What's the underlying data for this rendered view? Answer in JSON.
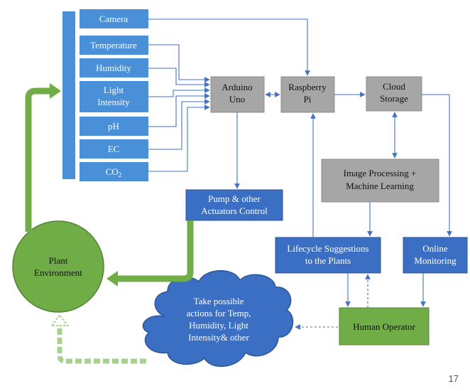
{
  "colors": {
    "sensor_blue": "#4a90d9",
    "dark_blue": "#3b6fc4",
    "grey_box": "#a6a6a6",
    "green": "#70ad47",
    "arrow_blue": "#4472c4",
    "light_green_dashed": "#a9d18e"
  },
  "sensors": [
    {
      "label": "Camera"
    },
    {
      "label": "Temperature"
    },
    {
      "label": "Humidity"
    },
    {
      "label_lines": [
        "Light",
        "Intensity"
      ]
    },
    {
      "label": "pH"
    },
    {
      "label": "EC"
    },
    {
      "label": "CO",
      "subscript": "2"
    }
  ],
  "arduino": {
    "lines": [
      "Arduino",
      "Uno"
    ]
  },
  "raspberry": {
    "lines": [
      "Raspberry",
      "Pi"
    ]
  },
  "cloud": {
    "lines": [
      "Cloud",
      "Storage"
    ]
  },
  "image_processing": {
    "lines": [
      "Image Processing +",
      "Machine Learning"
    ]
  },
  "pump": {
    "lines": [
      "Pump & other",
      "Actuators Control"
    ]
  },
  "lifecycle": {
    "lines": [
      "Lifecycle Suggestions",
      "to the Plants"
    ]
  },
  "monitoring": {
    "lines": [
      "Online",
      "Monitoring"
    ]
  },
  "operator": {
    "label": "Human Operator"
  },
  "plant": {
    "lines": [
      "Plant",
      "Environment"
    ]
  },
  "cloud_actions": {
    "lines": [
      "Take possible",
      "actions for Temp,",
      "Humidity, Light",
      "Intensity& other"
    ]
  },
  "page_number": "17"
}
